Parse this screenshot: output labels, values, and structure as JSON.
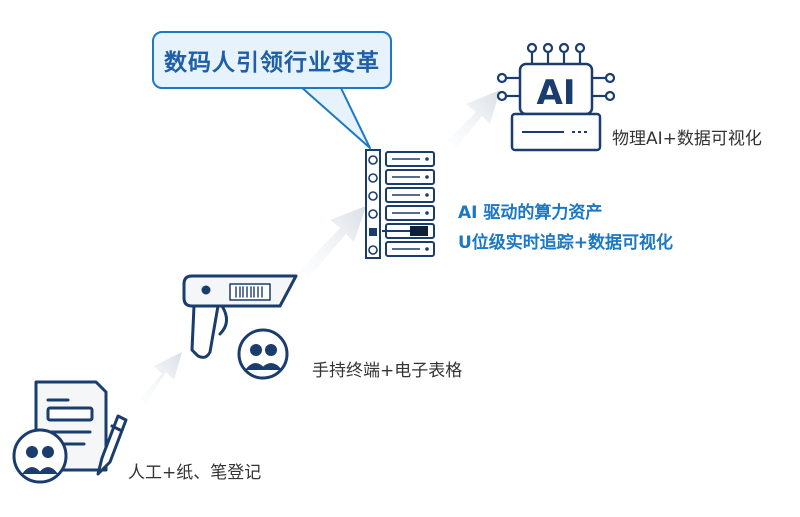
{
  "headline": "数码人引领行业变革",
  "stages": [
    {
      "id": "manual",
      "label": "人工+纸、笔登记"
    },
    {
      "id": "handheld",
      "label": "手持终端+电子表格"
    },
    {
      "id": "ai-driven",
      "lines": [
        "AI 驱动的算力资产",
        "U位级实时追踪+数据可视化"
      ]
    },
    {
      "id": "physical-ai",
      "label": "物理AI+数据可视化",
      "icon_text": "AI"
    }
  ],
  "icons": [
    "document-pen-icon",
    "user-group-icon",
    "barcode-scanner-icon",
    "server-rack-icon",
    "ai-chip-icon",
    "arrow-icon"
  ],
  "colors": {
    "navy": "#1a3d6e",
    "accent_blue": "#1b78c4",
    "bubble_fill": "#e6f3fc",
    "arrow_gray": "#e1e6ec"
  }
}
